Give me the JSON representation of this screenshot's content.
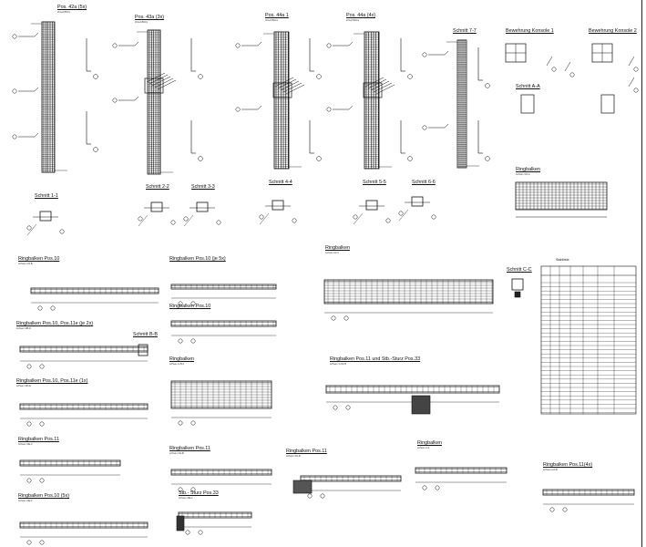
{
  "sheet": {
    "titles": {
      "pos42a": "Pos. 42a (5x)",
      "pos43a": "Pos. 43a (3x)",
      "pos44a1": "Pos. 44a 1",
      "pos44a4": "Pos. 44a (4x)",
      "schnitt77": "Schnitt 7-7",
      "bewehrung1": "Bewehrung Konsole 1",
      "bewehrung2": "Bewehrung Konsole 2",
      "schnittAA": "Schnitt A-A",
      "schnitt11": "Schnitt 1-1",
      "schnitt22": "Schnitt 2-2",
      "schnitt33": "Schnitt 3-3",
      "schnitt44": "Schnitt 4-4",
      "schnitt55": "Schnitt 5-5",
      "schnitt66": "Schnitt 6-6",
      "ringbalken_right": "Ringbalken",
      "rb_pos10": "Ringbalken Pos.10",
      "rb_pos10_5x": "Ringbalken Pos.10 (je 5x)",
      "rb_pos10_mid": "Ringbalken Pos.10",
      "rb_center": "Ringbalken",
      "schnittCC": "Schnitt C-C",
      "rb_pos10_11e": "Ringbalken Pos.10, Pos.11e (je 2x)",
      "schnittBB": "Schnitt B-B",
      "rb_left2": "Ringbalken",
      "rb_pos11_33": "Ringbalken Pos.11 und Stb.-Sturz Pos.33",
      "rb_pos10_11e1": "Ringbalken Pos.10, Pos.11e (1x)",
      "rb_pos11": "Ringbalken Pos.11",
      "rb_pos11b": "Ringbalken Pos.11",
      "rb_pos11c": "Ringbalken Pos.11",
      "rb_bottom_right": "Ringbalken",
      "rb_pos11_4x": "Ringbalken Pos.11(4x)",
      "rb_pos10_5x_b": "Ringbalken Pos.10 (5x)",
      "sturz33": "Stb.- Sturz Pos.33",
      "stahlliste": "Stahlliste"
    },
    "subs": {
      "s42a": "2/4+2x50cm",
      "s43a": "2/4+2x50cm",
      "s44a1": "2/4+2x50cm",
      "s44a4": "2/4+2x50cm",
      "rb_pos10": "Achsen 3/4-B",
      "rb_center": "Achsen A2-3",
      "rb_right": "Achsen 3/4-A",
      "rb_11e": "Achsen 3/B-D",
      "rb_left2": "Achsen A-B-4",
      "rb_pos11_33": "Achsen 3-4/4-B",
      "rb_11e1": "Achsen 3/D-E",
      "rb_pos11": "Achsen 3/E-F",
      "rb_pos11b": "Achsen 3/4-B",
      "rb_pos11c": "Achsen 3/4-B",
      "rb_br": "Achsen A-F",
      "rb_11_4x": "Achsen A/4-B",
      "rb_10_5x": "Achsen 2/E-F",
      "sturz33": "Achsen 3/E-F"
    }
  }
}
